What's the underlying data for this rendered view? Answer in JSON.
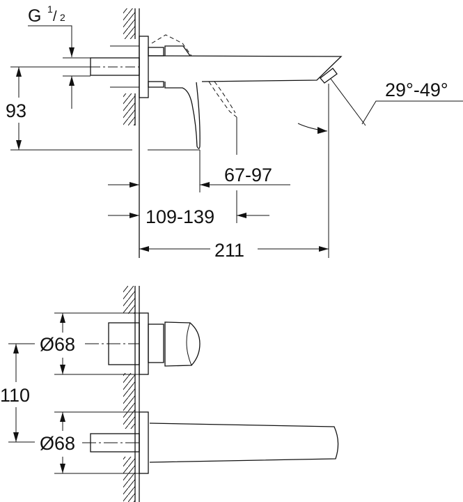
{
  "side_view": {
    "thread_label": "G",
    "thread_fraction_num": "1",
    "thread_fraction_den": "2",
    "height_dim": "93",
    "projection_lever_dim": "67-97",
    "projection_adjust_dim": "109-139",
    "total_projection_dim": "211",
    "angle_dim": "29°-49°"
  },
  "front_view": {
    "handle_rosette_dim": "Ø68",
    "spout_rosette_dim": "Ø68",
    "center_distance_dim": "110"
  }
}
